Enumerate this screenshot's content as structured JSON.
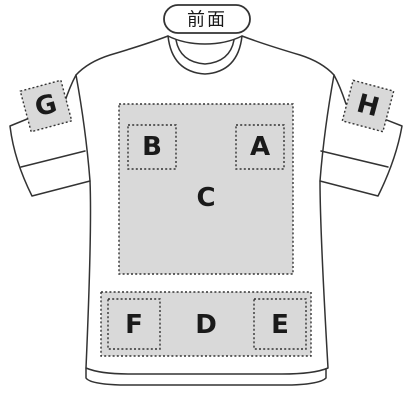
{
  "view_label": "前面",
  "zones": {
    "A": "A",
    "B": "B",
    "C": "C",
    "D": "D",
    "E": "E",
    "F": "F",
    "G": "G",
    "H": "H"
  }
}
